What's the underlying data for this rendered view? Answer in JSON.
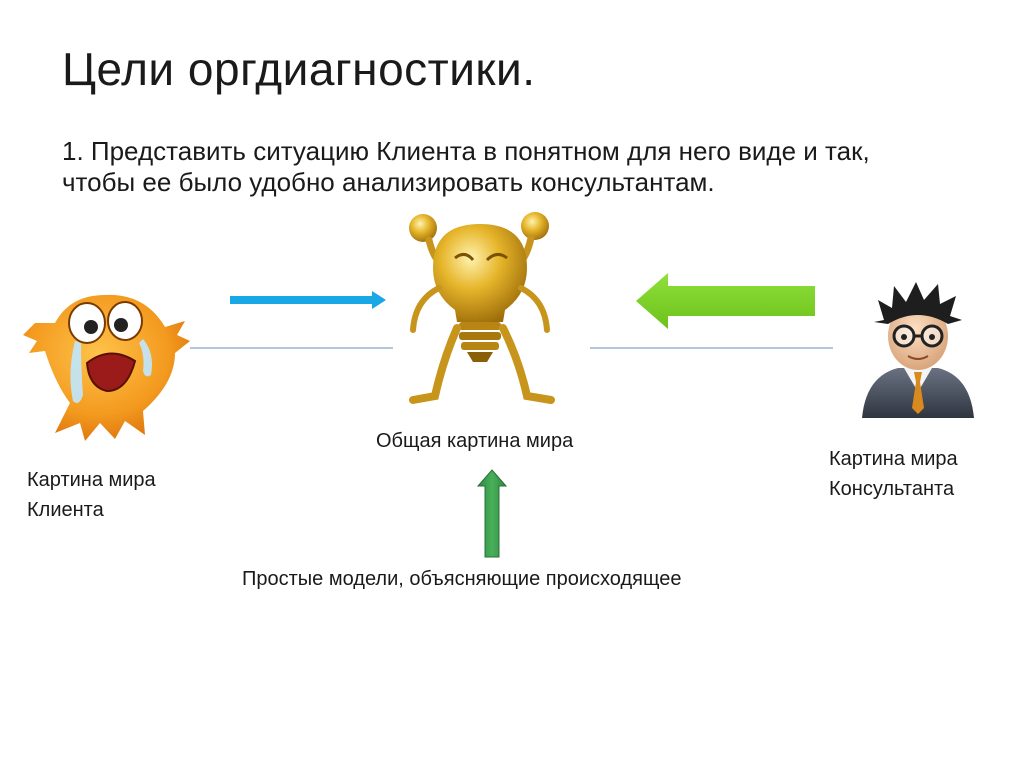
{
  "slide": {
    "title": "Цели оргдиагностики.",
    "point_1": "1. Представить ситуацию Клиента в понятном для него виде и так, чтобы ее было удобно анализировать консультантам."
  },
  "captions": {
    "common_picture": "Общая картина мира",
    "client_line_1": "Картина мира",
    "client_line_2": "Клиента",
    "consultant_line_1": "Картина мира",
    "consultant_line_2": "Консультанта",
    "simple_models": "Простые модели, объясняющие происходящее"
  },
  "icons": {
    "client": "crying-emoticon-icon",
    "center": "golden-lightbulb-figure-icon",
    "consultant": "consultant-avatar-icon"
  },
  "colors": {
    "arrow_client": "#1aa7e6",
    "arrow_consultant": "#7ed321",
    "arrow_models": "#3a9a4a",
    "connector_line": "#8aa4c8",
    "client_orange": "#f39a1f",
    "bulb_gold": "#d4a01c",
    "suit_gray": "#4a5260"
  }
}
